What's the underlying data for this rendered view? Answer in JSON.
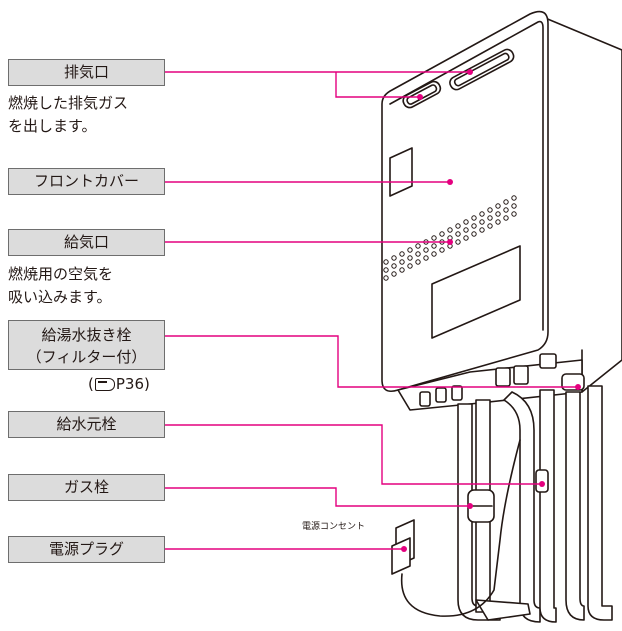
{
  "labels": {
    "exhaust": "排気口",
    "exhaust_desc_1": "燃焼した排気ガス",
    "exhaust_desc_2": "を出します。",
    "front_cover": "フロントカバー",
    "intake": "給気口",
    "intake_desc_1": "燃焼用の空気を",
    "intake_desc_2": "吸い込みます。",
    "drain_plug_1": "給湯水抜き栓",
    "drain_plug_2": "（フィルター付）",
    "drain_plug_ref_open": "(",
    "drain_plug_ref_page": "P36)",
    "water_valve": "給水元栓",
    "gas_valve": "ガス栓",
    "power_plug": "電源プラグ",
    "outlet": "電源コンセント"
  },
  "colors": {
    "leader": "#e4007f",
    "label_bg": "#dcdcdc",
    "outline": "#231815"
  }
}
